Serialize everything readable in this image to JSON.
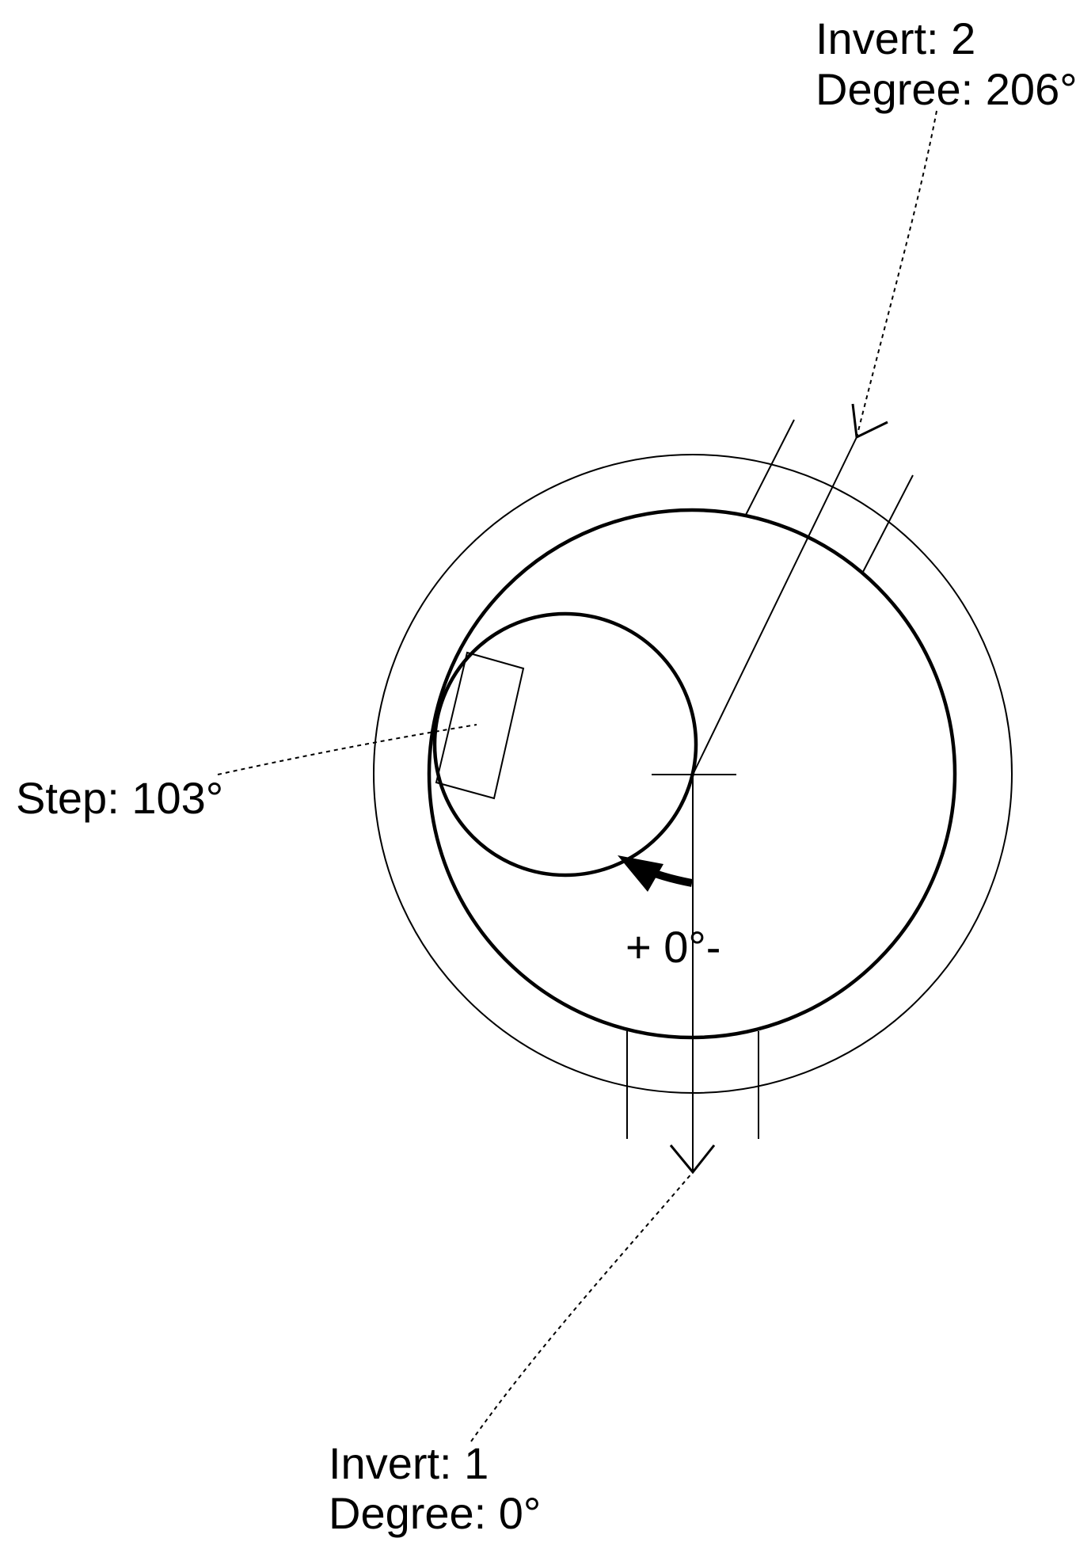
{
  "diagram": {
    "stroke_color": "#000000",
    "background_color": "#ffffff"
  },
  "labels": {
    "invert_2": {
      "line1": "Invert: 2",
      "line2": "Degree: 206°"
    },
    "invert_1": {
      "line1": "Invert: 1",
      "line2": "Degree: 0°"
    },
    "step": "Step: 103°",
    "center_angle": "+ 0°-"
  }
}
